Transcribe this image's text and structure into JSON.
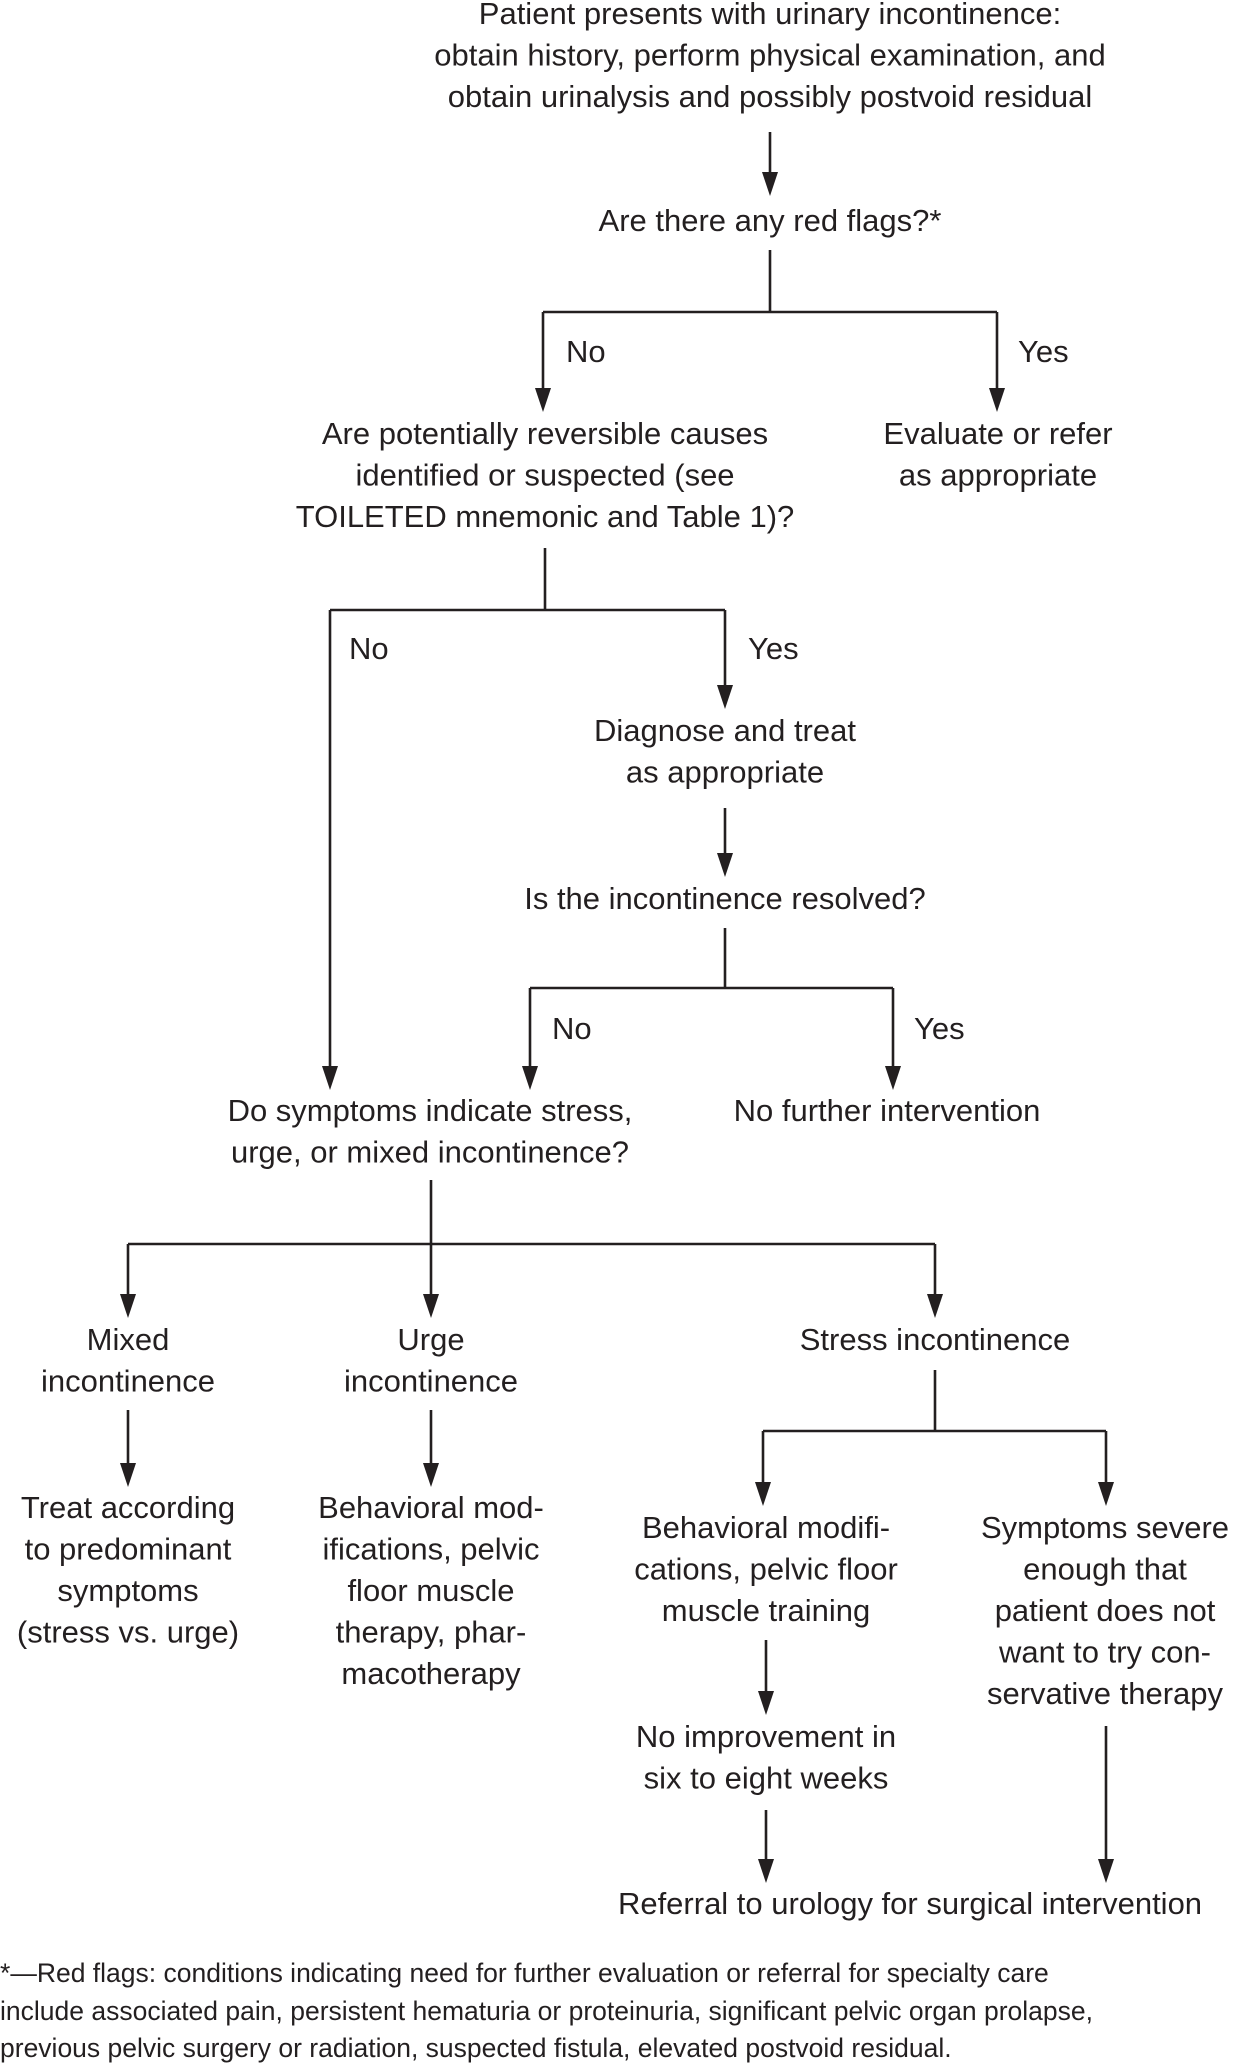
{
  "nodes": {
    "start": [
      "Patient presents with urinary incontinence:",
      "obtain history, perform physical examination, and",
      "obtain urinalysis and possibly postvoid residual"
    ],
    "red_flags": [
      "Are there any red flags?*"
    ],
    "reversible": [
      "Are potentially reversible causes",
      "identified or suspected (see",
      "TOILETED mnemonic and Table 1)?"
    ],
    "evaluate": [
      "Evaluate or refer",
      "as appropriate"
    ],
    "diagnose": [
      "Diagnose and treat",
      "as appropriate"
    ],
    "resolved": [
      "Is the incontinence resolved?"
    ],
    "no_further": [
      "No further intervention"
    ],
    "symptoms": [
      "Do symptoms indicate stress,",
      "urge, or mixed incontinence?"
    ],
    "mixed": [
      "Mixed",
      "incontinence"
    ],
    "urge": [
      "Urge",
      "incontinence"
    ],
    "stress": [
      "Stress incontinence"
    ],
    "treat_mixed": [
      "Treat according",
      "to predominant",
      "symptoms",
      "(stress vs. urge)"
    ],
    "treat_urge": [
      "Behavioral mod-",
      "ifications, pelvic",
      "floor muscle",
      "therapy, phar-",
      "macotherapy"
    ],
    "behavioral_stress": [
      "Behavioral modifi-",
      "cations, pelvic floor",
      "muscle training"
    ],
    "severe": [
      "Symptoms severe",
      "enough that",
      "patient does not",
      "want to try con-",
      "servative therapy"
    ],
    "no_improvement": [
      "No improvement in",
      "six to eight weeks"
    ],
    "referral": [
      "Referral to urology for surgical intervention"
    ]
  },
  "branch_labels": {
    "red_flags_no": "No",
    "red_flags_yes": "Yes",
    "reversible_no": "No",
    "reversible_yes": "Yes",
    "resolved_no": "No",
    "resolved_yes": "Yes"
  },
  "footnote": [
    "*—Red flags: conditions indicating need for further evaluation or referral for specialty care",
    "include associated pain, persistent hematuria or proteinuria, significant pelvic organ prolapse,",
    "previous pelvic surgery or radiation, suspected fistula, elevated postvoid residual."
  ]
}
